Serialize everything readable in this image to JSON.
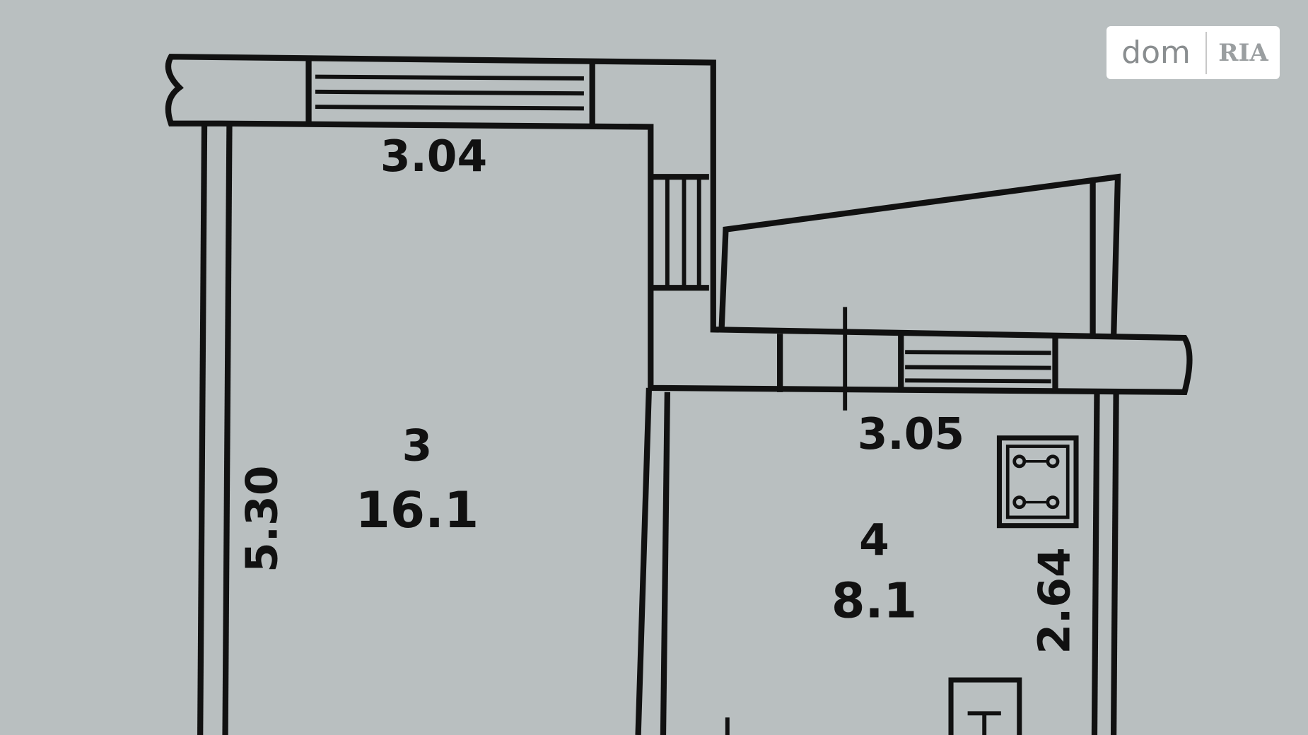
{
  "watermark": {
    "brand_left": "dom",
    "brand_right": "RIA"
  },
  "rooms": [
    {
      "number": "3",
      "area": "16.1"
    },
    {
      "number": "4",
      "area": "8.1"
    }
  ],
  "dimensions": {
    "room3_width": "3.04",
    "room3_length": "5.30",
    "room4_width": "3.05",
    "room4_length": "2.64"
  }
}
